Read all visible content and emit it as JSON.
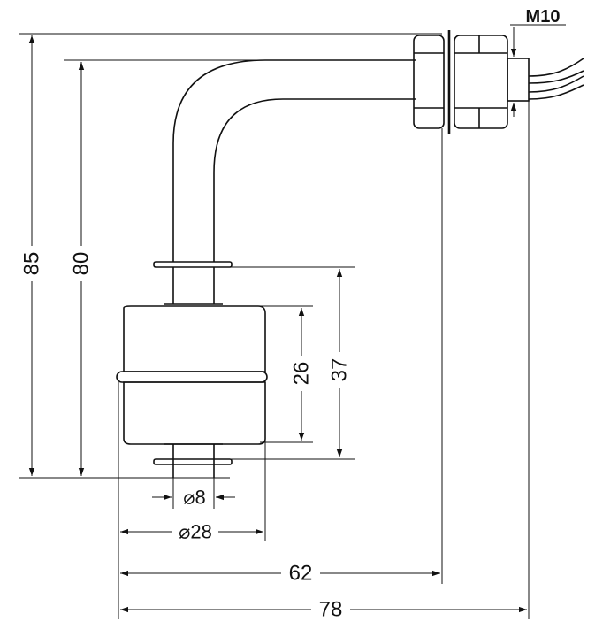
{
  "drawing": {
    "thread_label": "M10",
    "dimensions": {
      "overall_height": "85",
      "stem_height": "80",
      "float_height": "26",
      "float_travel": "37",
      "stem_diameter": "⌀8",
      "float_diameter": "⌀28",
      "inner_width": "62",
      "overall_width": "78"
    },
    "colors": {
      "line": "#111111",
      "background": "#ffffff"
    }
  }
}
